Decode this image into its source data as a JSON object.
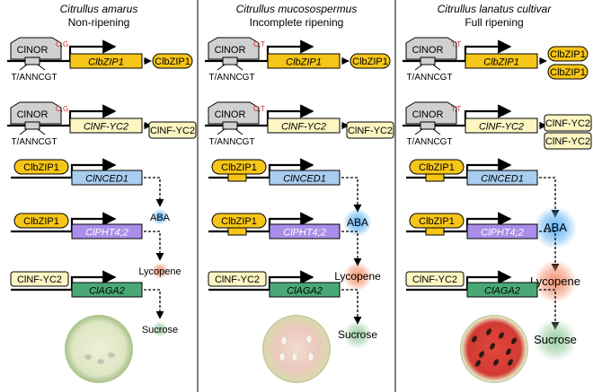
{
  "colors": {
    "clbzip1": "#f5c518",
    "clnf": "#fdf6c3",
    "cnced1": "#a9cdf0",
    "cpht4": "#a98de8",
    "caga2": "#4aa877",
    "cnor": "#d0d0d0",
    "superscript": "#e02020",
    "aba_glow": "#58aef0",
    "lycopene_glow": "#f08a66",
    "sucrose_glow": "#8fc79a"
  },
  "panels": [
    {
      "species": "Citrullus amarus",
      "phenotype": "Non-ripening",
      "cnor_superscript": "C,G",
      "zip_products": 1,
      "nf_products": 1,
      "zip_bound_boxed": false,
      "output_level": 0,
      "fruit": "white"
    },
    {
      "species": "Citrullus mucosospermus",
      "phenotype": "Incomplete ripening",
      "cnor_superscript": "C,T",
      "zip_products": 1,
      "nf_products": 1,
      "zip_bound_boxed": true,
      "output_level": 1,
      "fruit": "pale"
    },
    {
      "species": "Citrullus lanatus cultivar",
      "phenotype": "Full ripening",
      "cnor_superscript": "T,T",
      "zip_products": 2,
      "nf_products": 2,
      "zip_bound_boxed": true,
      "output_level": 2,
      "fruit": "red"
    }
  ],
  "labels": {
    "cnor": "ClNOR",
    "motif": "T/ANNCGT",
    "gene_zip": "ClbZIP1",
    "protein_zip": "ClbZIP1",
    "gene_nf": "ClNF-YC2",
    "protein_nf": "ClNF-YC2",
    "gene_nced": "ClNCED1",
    "gene_pht": "ClPHT4;2",
    "gene_aga": "ClAGA2",
    "aba": "ABA",
    "lycopene": "Lycopene",
    "sucrose": "Sucrose"
  }
}
